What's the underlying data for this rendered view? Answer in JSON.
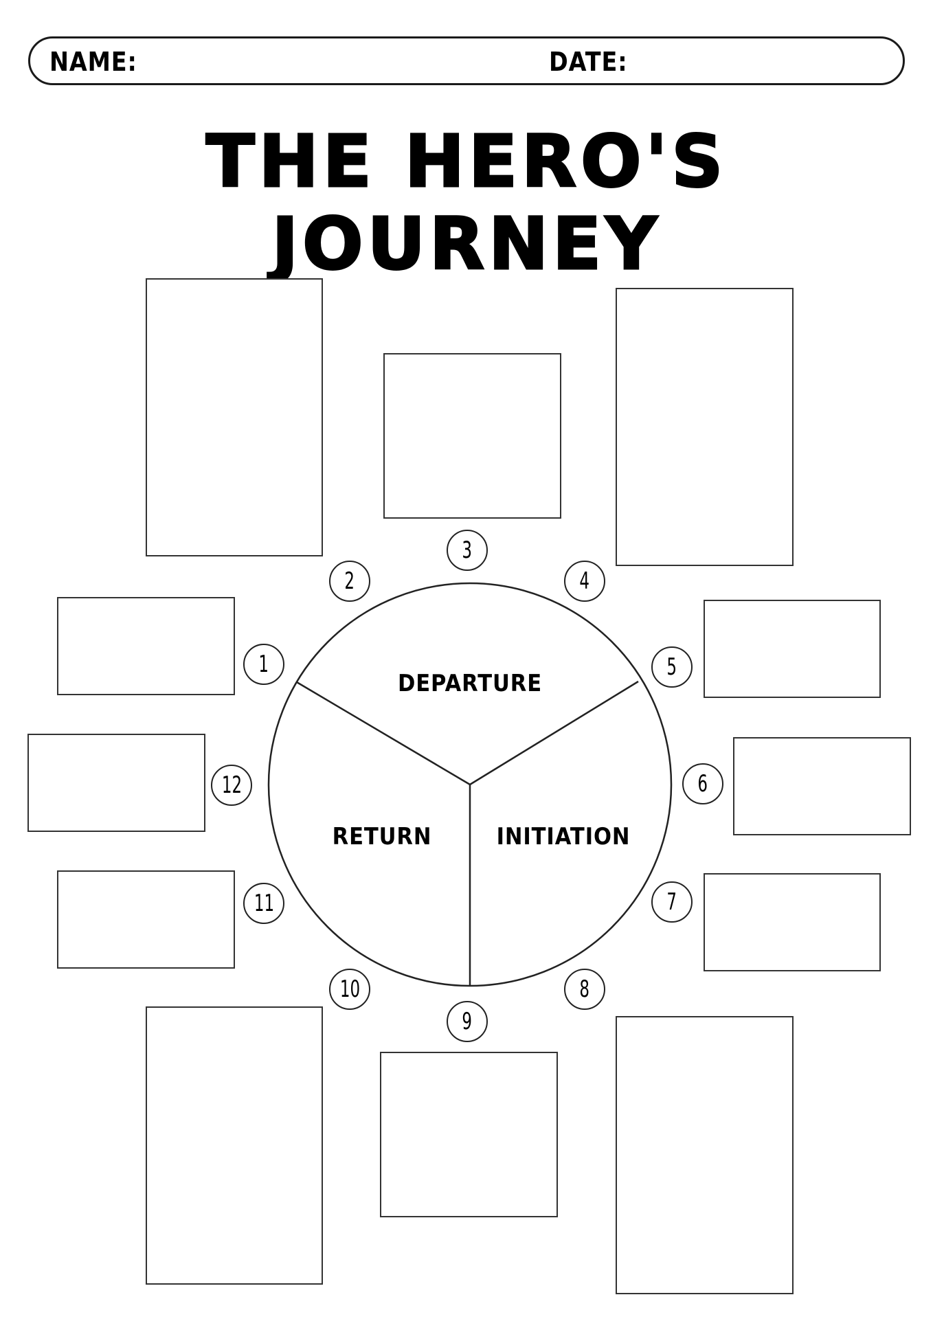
{
  "header": {
    "name_label": "NAME:",
    "date_label": "DATE:"
  },
  "title": "THE HERO'S JOURNEY",
  "sections": {
    "departure": "DEPARTURE",
    "initiation": "INITIATION",
    "return": "RETURN"
  },
  "stages": [
    "1",
    "2",
    "3",
    "4",
    "5",
    "6",
    "7",
    "8",
    "9",
    "10",
    "11",
    "12"
  ]
}
